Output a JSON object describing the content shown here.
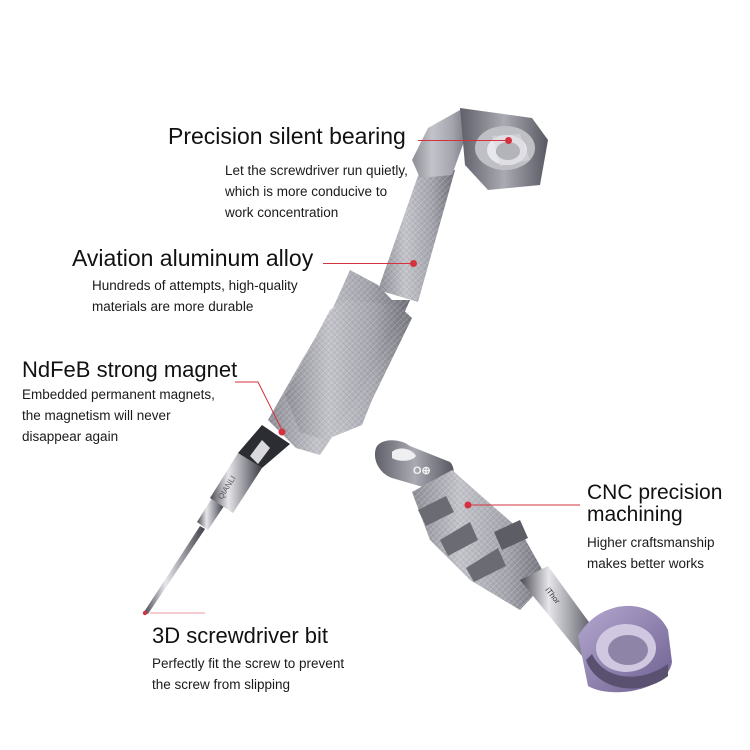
{
  "features": [
    {
      "id": "bearing",
      "title": "Precision silent bearing",
      "lines": [
        "Let the screwdriver run quietly,",
        "which is more conducive to",
        "work concentration"
      ]
    },
    {
      "id": "alloy",
      "title": "Aviation aluminum alloy",
      "lines": [
        "Hundreds of attempts, high-quality",
        "materials are more durable"
      ]
    },
    {
      "id": "magnet",
      "title": "NdFeB strong magnet",
      "lines": [
        "Embedded permanent magnets,",
        "the magnetism will never",
        "disappear again"
      ]
    },
    {
      "id": "cnc",
      "title_line1": "CNC precision",
      "title_line2": "machining",
      "lines": [
        "Higher craftsmanship",
        "makes better works"
      ]
    },
    {
      "id": "bit",
      "title": "3D screwdriver bit",
      "lines": [
        "Perfectly fit the screw to prevent",
        "the screw from slipping"
      ]
    }
  ],
  "engravings": {
    "shaft": "QIANLI",
    "handle": "iThor"
  },
  "colors": {
    "accent": "#d6313f",
    "metal_light": "#b9b9c0",
    "metal_dark": "#6e6e78",
    "bearing_purple": "#8f7fb0"
  }
}
